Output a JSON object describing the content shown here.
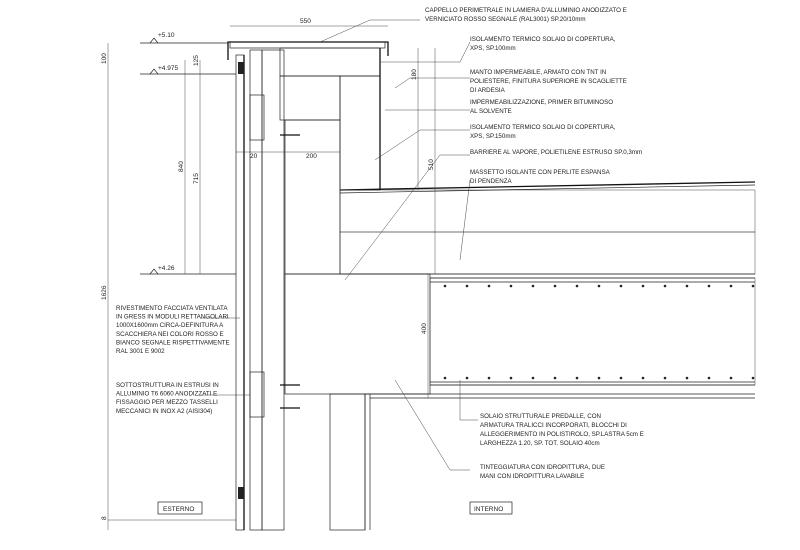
{
  "levels": [
    "+5.10",
    "+4.975",
    "+4.26"
  ],
  "dimensions": {
    "top_width": "550",
    "d100": "100",
    "d125": "125",
    "d840": "840",
    "d715": "715",
    "d1626": "1626",
    "d20": "20",
    "d200": "200",
    "d180": "180",
    "d510": "510",
    "d400": "400",
    "d8": "8"
  },
  "callouts_right": [
    [
      "CAPPELLO PERIMETRALE IN LAMIERA D'ALLUMINIO ANODIZZATO E",
      "VERNICIATO ROSSO SEGNALE (RAL3001) SP.20/10mm"
    ],
    [
      "ISOLAMENTO TERMICO SOLAIO DI COPERTURA,",
      "XPS, SP.100mm"
    ],
    [
      "MANTO IMPERMEABILE, ARMATO CON TNT IN",
      "POLIESTERE, FINITURA SUPERIORE IN SCAGLIETTE",
      "DI ARDESIA"
    ],
    [
      "IMPERMEABILIZZAZIONE, PRIMER BITUMINOSO",
      "AL SOLVENTE"
    ],
    [
      "ISOLAMENTO TERMICO SOLAIO DI COPERTURA,",
      "XPS, SP.150mm"
    ],
    [
      "BARRIERE AL VAPORE, POLIETILENE ESTRUSO SP.0,3mm"
    ],
    [
      "MASSETTO ISOLANTE CON PERLITE ESPANSA",
      "DI PENDENZA"
    ]
  ],
  "callouts_left": [
    [
      "RIVESTIMENTO FACCIATA VENTILATA",
      "IN GRESS IN MODULI RETTANGOLARI",
      "1000X1600mm CIRCA-DEFINITURA A",
      "SCACCHIERA NEI COLORI ROSSO E",
      "BIANCO SEGNALE RISPETTIVAMENTE",
      "RAL 3001 E 9002"
    ],
    [
      "SOTTOSTRUTTURA IN ESTRUSI IN",
      "ALLUMINIO T6 6060 ANODIZZATI E",
      "FISSAGGIO PER MEZZO TASSELLI",
      "MECCANICI IN INOX A2 (AISI304)"
    ]
  ],
  "callouts_bottom": [
    [
      "SOLAIO STRUTTURALE PREDALLE, CON",
      "ARMATURA TRALICCI INCORPORATI, BLOCCHI DI",
      "ALLEGGERIMENTO IN POLISTIROLO, SP.LASTRA 5cm E",
      "LARGHEZZA 1.20, SP. TOT. SOLAIO 40cm"
    ],
    [
      "TINTEGGIATURA CON IDROPITTURA, DUE",
      "MANI CON IDROPITTURA LAVABILE"
    ]
  ],
  "zones": {
    "outside": "ESTERNO",
    "inside": "INTERNO"
  }
}
